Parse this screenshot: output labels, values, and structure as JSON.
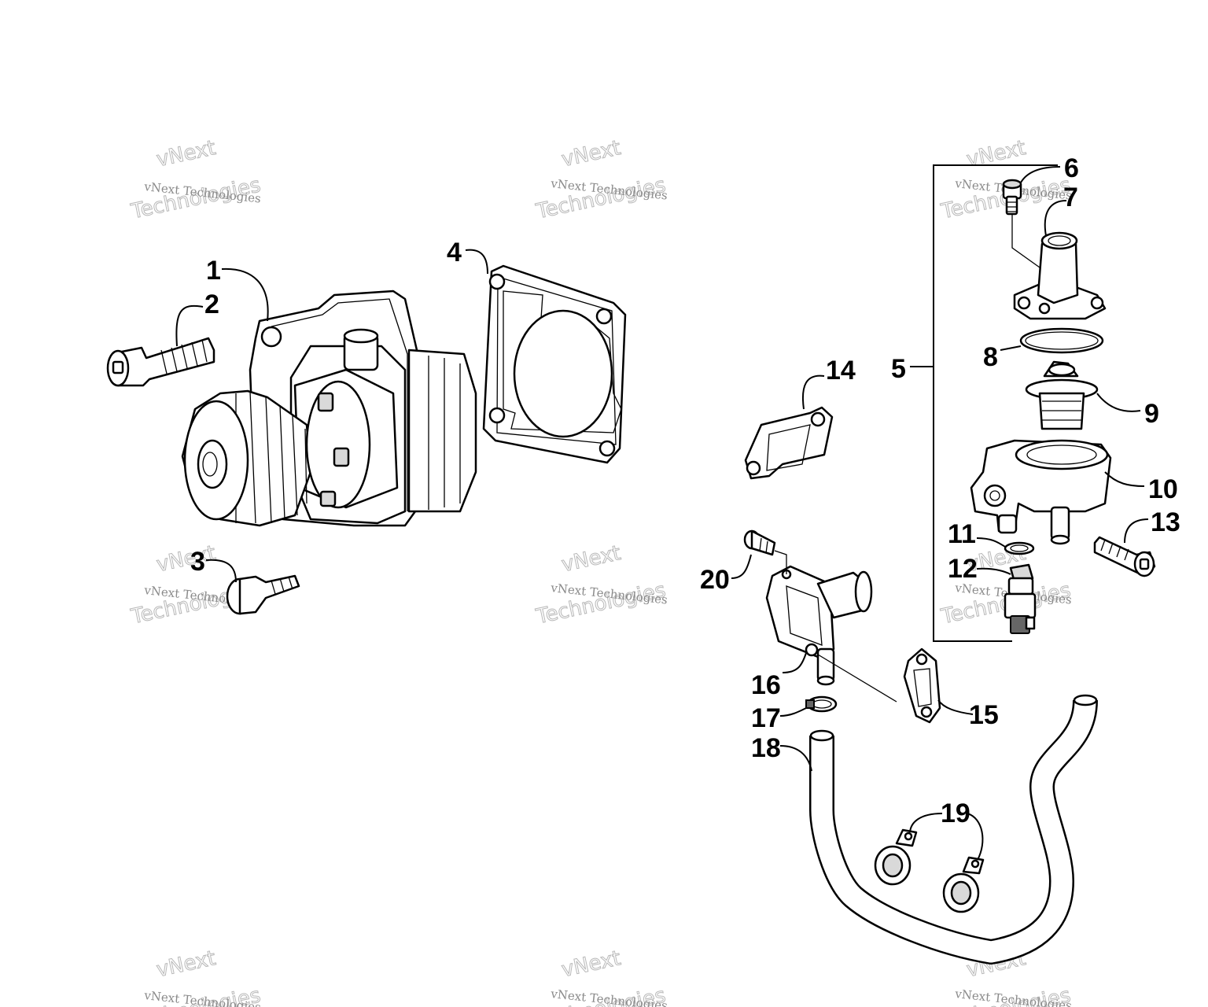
{
  "callouts": [
    "1",
    "2",
    "3",
    "4",
    "5",
    "6",
    "7",
    "8",
    "9",
    "10",
    "11",
    "12",
    "13",
    "14",
    "15",
    "16",
    "17",
    "18",
    "19",
    "20"
  ],
  "watermark": {
    "line1": "vNext",
    "line2": "vNext Technologies",
    "line3": "Technologies"
  }
}
